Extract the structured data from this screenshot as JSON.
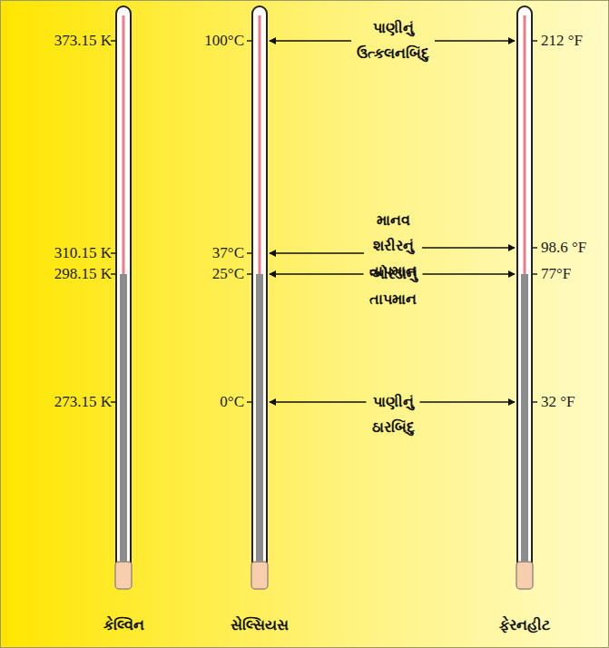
{
  "diagram": {
    "labels": [
      "373.15 K",
      "100°C",
      "પાણીનું ઉત્કલનબિંદુ",
      "212 °F",
      "310.15 K",
      "37°C",
      "માનવ શરીરનું તાપમાન",
      "98.6 °F",
      "298.15 K",
      "25°C",
      "ઓરડાનું તાપમાન",
      "77°F",
      "273.15 K",
      "0°C",
      "પાણીનું ઠારબિંદુ",
      "32 °F",
      "કેલ્વિન",
      "સેલ્સિયસ",
      "ફેરનહીટ"
    ]
  }
}
